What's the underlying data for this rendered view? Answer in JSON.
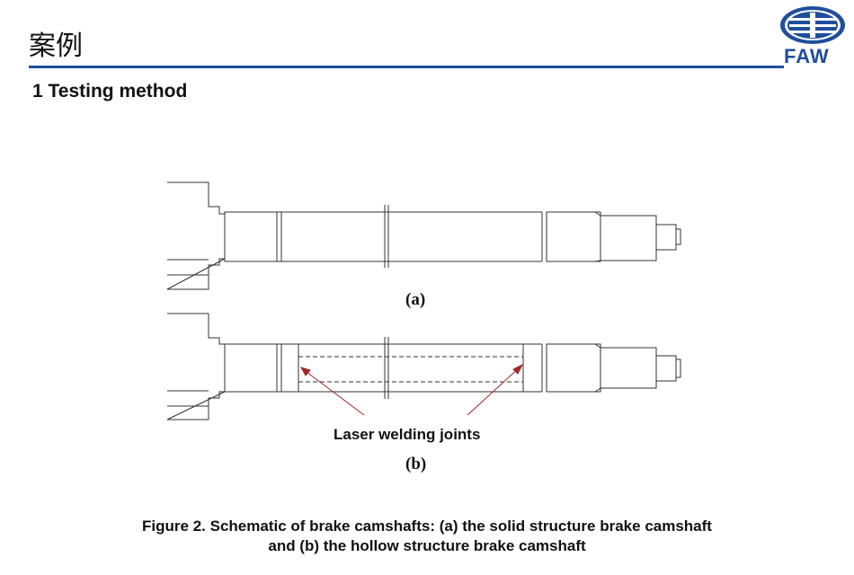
{
  "header": {
    "title": "案例",
    "subtitle": "1 Testing method",
    "logo_text": "FAW",
    "accent": "#1f4e9c"
  },
  "figure": {
    "label_a": "(a)",
    "label_b": "(b)",
    "annotation": "Laser welding joints",
    "caption_line1": "Figure 2. Schematic of brake camshafts: (a) the solid structure brake camshaft",
    "caption_line2": "and (b) the hollow structure brake camshaft",
    "arrow_color": "#a0282a"
  }
}
